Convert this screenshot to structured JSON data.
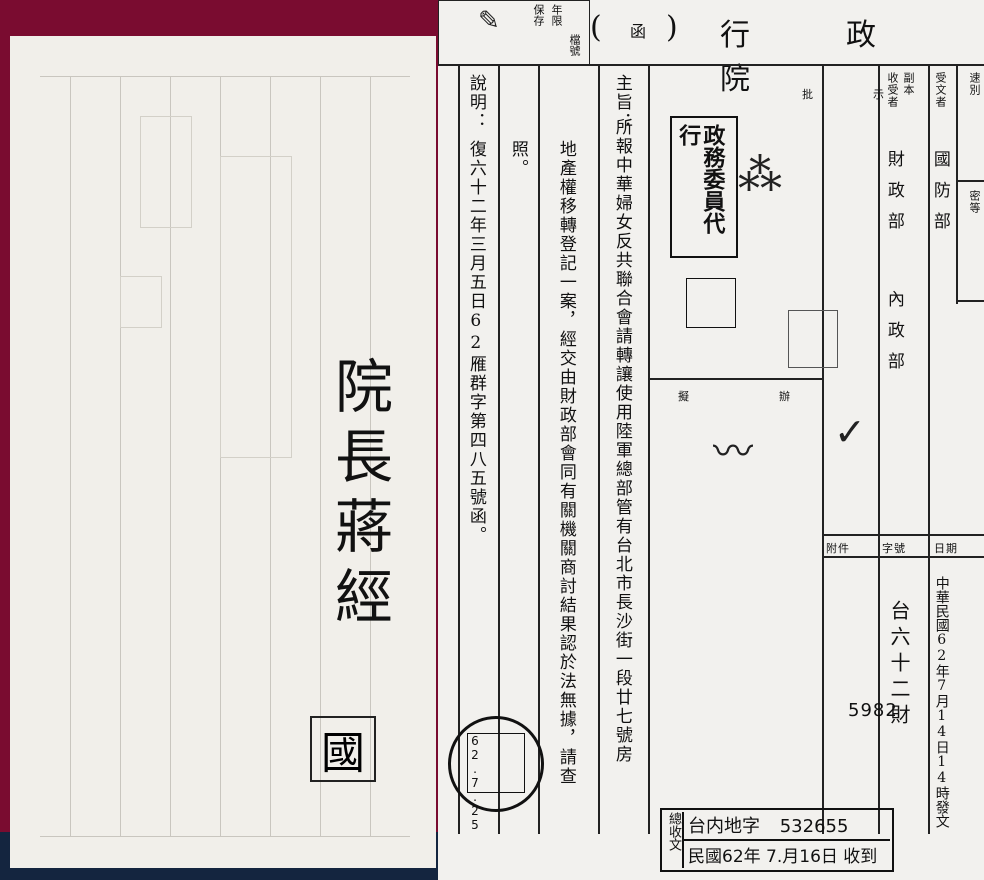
{
  "left_page": {
    "signature_title": "院長蔣經",
    "signature_seal": "國"
  },
  "right_page": {
    "header": {
      "agency": "行政院",
      "doc_type": "函",
      "paren_open": "(",
      "paren_close": ")",
      "top_stamp_mark1": "保存",
      "top_stamp_mark2": "年限",
      "top_stamp_mark3": "檔號"
    },
    "table": {
      "speed_label": "速別",
      "secret_label": "密等",
      "recipient_label": "受文者",
      "recipient_value": "國防部",
      "copy_label": "副本",
      "copy_receiver_label": "收受者",
      "copy_value_1": "財政部",
      "copy_value_2": "內政部",
      "instruction_label": "批示",
      "draft_label": "擬辦",
      "date_label": "日期",
      "date_value": "中華民國62年7月14日14時發文",
      "number_label": "字號",
      "number_value": "台六十二財",
      "number_serial": "5982",
      "attachment_label": "附件"
    },
    "body": {
      "subject_label": "主旨：",
      "subject_text": "所報中華婦女反共聯合會請轉讓使用陸軍總部管有台北市長沙街一段廿七號房",
      "subject_text_cont": "地產權移轉登記一案，經交由財政部會同有關機關商討結果認於法無據，請查",
      "subject_end": "照。",
      "explain_label": "說明：",
      "explain_text": "復六十二年三月五日62雁群字第四八五號函。"
    },
    "stamps": {
      "approval_stamp": "政務委員代行",
      "round_seal_date": "62.7.25"
    },
    "receipt": {
      "label": "總收文",
      "line1_prefix": "台内地字",
      "line1_number": "532655",
      "line2": "民國62年 7.月16日 收到"
    }
  }
}
